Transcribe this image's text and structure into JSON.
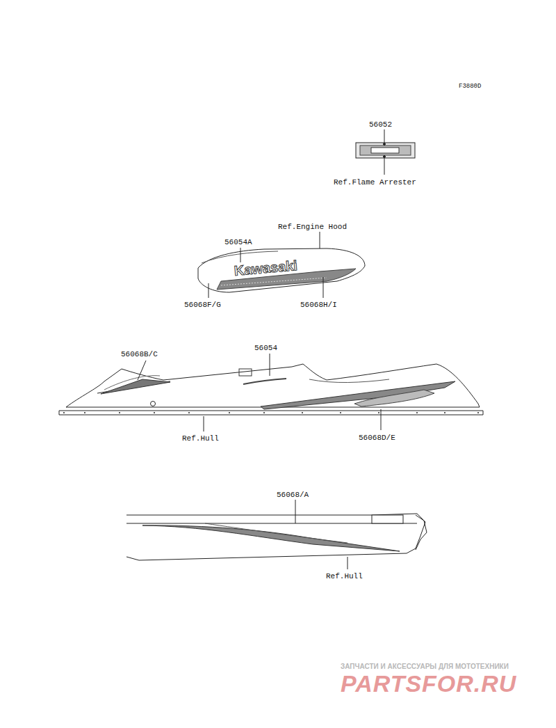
{
  "diagram": {
    "labels": [
      "F3880D",
      "56052",
      "Ref.Flame Arrester",
      "Ref.Engine Hood",
      "56054A",
      "56068F/G",
      "56068H/I",
      "Kawasaki",
      "56068B/C",
      "56054",
      "Ref.Hull",
      "56068D/E",
      "56068/A",
      "Ref.Hull",
      "ЗАПЧАСТИ И АКСЕССУАРЫ ДЛЯ МОТОТЕХНИКИ",
      "PARTSFOR.RU"
    ]
  }
}
